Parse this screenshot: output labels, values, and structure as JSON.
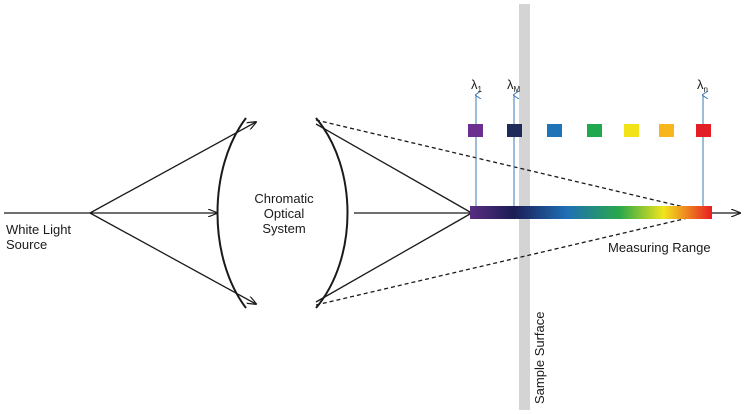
{
  "labels": {
    "source_line1": "White Light",
    "source_line2": "Source",
    "system_line1": "Chromatic",
    "system_line2": "Optical",
    "system_line3": "System",
    "measuring_range": "Measuring Range",
    "sample_surface": "Sample Surface"
  },
  "wavelengths": [
    {
      "symbol": "λ",
      "sub": "1"
    },
    {
      "symbol": "λ",
      "sub": "M"
    },
    {
      "symbol": "λ",
      "sub": "n"
    }
  ],
  "colors": {
    "axis": "#1a1a1a",
    "arrow_up": "#3a78b5",
    "sample_surface": "#d4d4d4",
    "swatches": [
      "#6a2f8f",
      "#1e2a5a",
      "#1f74b8",
      "#1fa84d",
      "#f2e21a",
      "#f7b51e",
      "#e21f26"
    ],
    "spectrum_stops": [
      "#5a2d82",
      "#1b1d55",
      "#1f6fb5",
      "#2aa84a",
      "#f1e51b",
      "#e81c24"
    ]
  }
}
